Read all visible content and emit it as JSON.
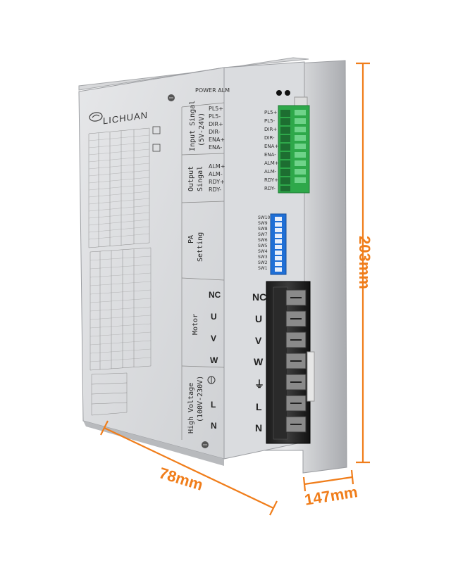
{
  "dimensions": {
    "height": "203mm",
    "width": "78mm",
    "depth": "147mm",
    "accent_color": "#f07d1a"
  },
  "device": {
    "brand": "LICHUAN",
    "status_label": "POWER  ALM",
    "sections": {
      "input_signal": "Input Singal",
      "input_voltage": "(5V-24V)",
      "output_signal": "Output",
      "output_signal2": "Singal",
      "pa_setting": "PA",
      "pa_setting2": "Setting",
      "motor": "Motor",
      "high_voltage": "High Voltage",
      "hv_range": "(100V-230V)"
    },
    "input_pins": [
      "PL5+",
      "PL5-",
      "DIR+",
      "DIR-",
      "ENA+",
      "ENA-"
    ],
    "output_pins": [
      "ALM+",
      "ALM-",
      "RDY+",
      "RDY-"
    ],
    "switches": [
      "SW10",
      "SW9",
      "SW8",
      "SW7",
      "SW6",
      "SW5",
      "SW4",
      "SW3",
      "SW2",
      "SW1"
    ],
    "terminals": [
      "NC",
      "U",
      "V",
      "W",
      "⏚",
      "L",
      "N"
    ],
    "icon_names": [
      "logo-icon",
      "led-icon",
      "screw-icon",
      "ground-icon",
      "dip-switch-icon",
      "terminal-block-icon"
    ]
  }
}
